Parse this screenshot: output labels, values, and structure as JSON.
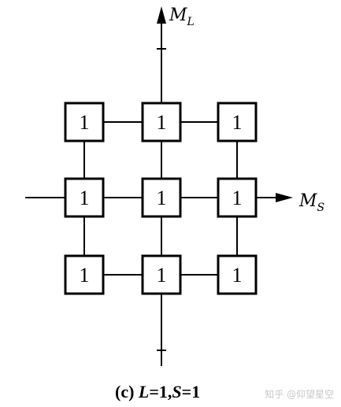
{
  "axes": {
    "vertical": {
      "symbol": "M",
      "subscript": "L"
    },
    "horizontal": {
      "symbol": "M",
      "subscript": "S"
    }
  },
  "grid": {
    "rows": 3,
    "cols": 3,
    "values": [
      [
        "1",
        "1",
        "1"
      ],
      [
        "1",
        "1",
        "1"
      ],
      [
        "1",
        "1",
        "1"
      ]
    ]
  },
  "caption": {
    "label": "(c) ",
    "l_symbol": "L",
    "l_eq": "=1,",
    "s_symbol": "S",
    "s_eq": "=1"
  },
  "watermark": {
    "text": "知乎 @仰望星空"
  }
}
